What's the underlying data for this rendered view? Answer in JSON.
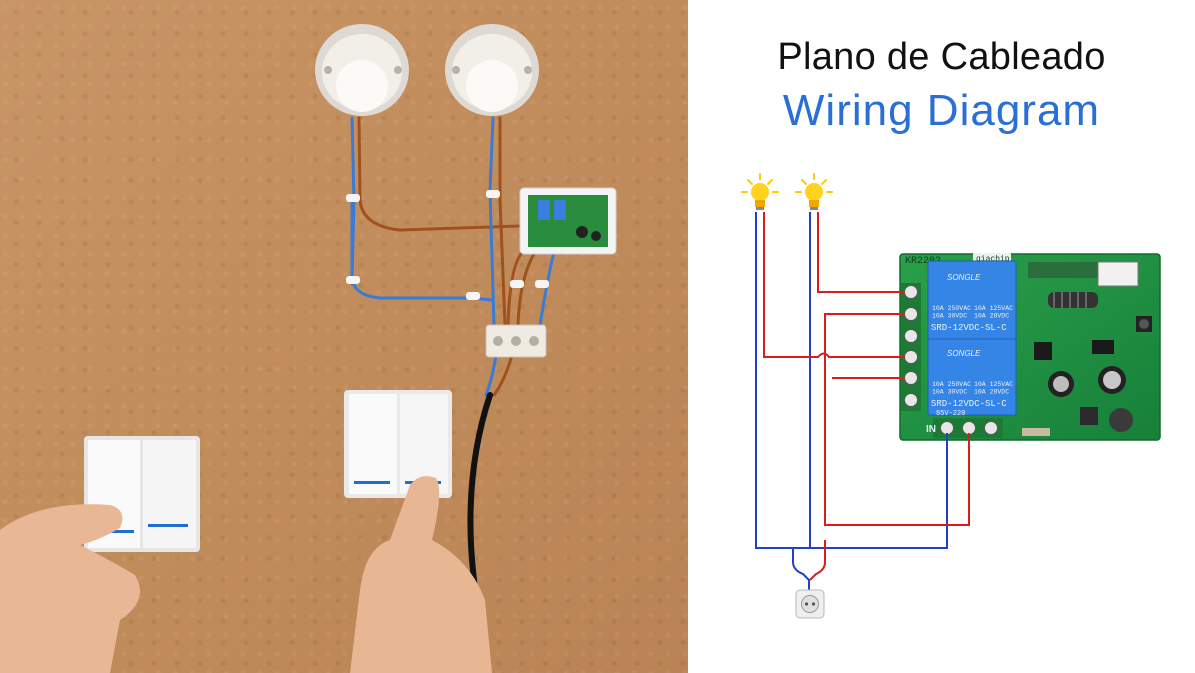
{
  "titles": {
    "spanish": "Plano de Cableado",
    "english": "Wiring Diagram"
  },
  "board": {
    "model_label": "KR2202",
    "tag_label": "qiachip",
    "input_label": "IN",
    "voltage_label": "85V-220"
  },
  "relays": [
    {
      "brand": "SONGLE",
      "rating_left": "10A 250VAC\n10A 30VDC",
      "rating_right": "10A 125VAC\n10A 28VDC",
      "model": "SRD-12VDC-SL-C"
    },
    {
      "brand": "SONGLE",
      "rating_left": "10A 250VAC\n10A 30VDC",
      "rating_right": "10A 125VAC\n10A 28VDC",
      "model": "SRD-12VDC-SL-C"
    }
  ],
  "colors": {
    "neutral_wire": "#1f3fd1",
    "live_wire": "#d91c1c",
    "title_blue": "#2a6fd6",
    "pcb_green": "#1e8c3a",
    "relay_blue": "#2f7fe0",
    "bulb": "#ffd21f"
  },
  "icons": [
    "light-bulb-icon",
    "light-bulb-icon",
    "power-plug-icon"
  ]
}
